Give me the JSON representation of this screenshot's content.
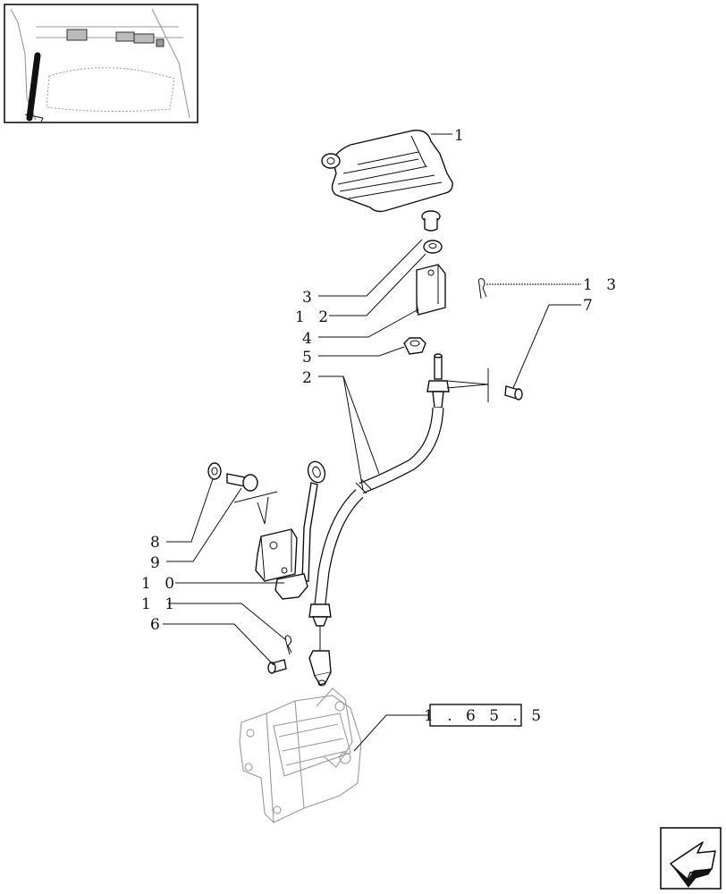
{
  "callouts": {
    "c1": "1",
    "c2": "2",
    "c3": "3",
    "c4": "4",
    "c5": "5",
    "c6": "6",
    "c7": "7",
    "c8": "8",
    "c9": "9",
    "c10": "1 0",
    "c11": "1 1",
    "c12": "1 2",
    "c13": "1 3"
  },
  "reference_box": {
    "label": "1 . 6 5 . 5"
  },
  "icons": {
    "thumbnail": "tractor-cab-location-thumbnail",
    "nav": "next-page-arrow-icon"
  }
}
